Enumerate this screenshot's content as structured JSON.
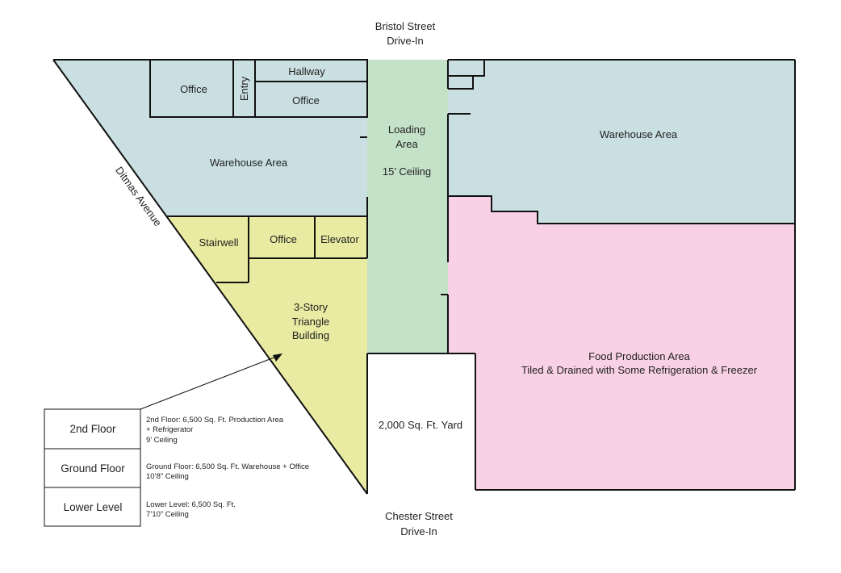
{
  "streets": {
    "top": [
      "Bristol Street",
      "Drive-In"
    ],
    "bottom": [
      "Chester Street",
      "Drive-In"
    ],
    "diagonal": "Ditmas Avenue"
  },
  "rooms": {
    "office_top_left": "Office",
    "entry": "Entry",
    "hallway": "Hallway",
    "office_top_mid": "Office",
    "warehouse_left": "Warehouse Area",
    "warehouse_right": "Warehouse Area",
    "loading": [
      "Loading",
      "Area",
      "15’ Ceiling"
    ],
    "stairwell": "Stairwell",
    "office_mid": "Office",
    "elevator": "Elevator",
    "triangle_building": [
      "3-Story",
      "Triangle",
      "Building"
    ],
    "food_production": [
      "Food Production Area",
      "Tiled & Drained with Some Refrigeration & Freezer"
    ],
    "yard": "2,000 Sq. Ft. Yard"
  },
  "floors": [
    {
      "label": "2nd Floor",
      "desc": [
        "2nd Floor: 6,500 Sq. Ft. Production Area",
        "+ Refrigerator",
        "9’ Ceiling"
      ]
    },
    {
      "label": "Ground Floor",
      "desc": [
        "Ground Floor: 6,500 Sq. Ft. Warehouse + Office",
        "10’8” Ceiling"
      ]
    },
    {
      "label": "Lower Level",
      "desc": [
        "Lower Level: 6,500 Sq. Ft.",
        "7’10” Ceiling"
      ]
    }
  ],
  "colors": {
    "warehouse": "#cadfe1",
    "loading": "#c4e2c8",
    "triangle": "#e8eba1",
    "food": "#f9d1e4",
    "wall": "#111111"
  }
}
